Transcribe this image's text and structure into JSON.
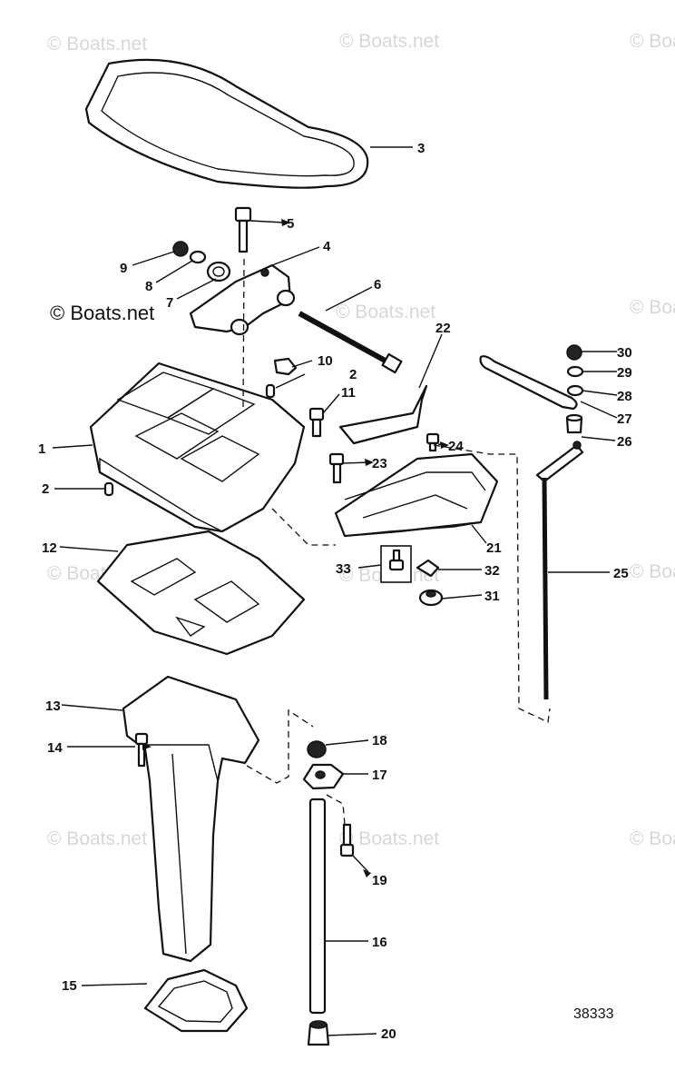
{
  "watermark_text": "© Boats.net",
  "figure_number": "38333",
  "callouts": [
    {
      "id": "c1",
      "label": "1"
    },
    {
      "id": "c2a",
      "label": "2"
    },
    {
      "id": "c2b",
      "label": "2"
    },
    {
      "id": "c3",
      "label": "3"
    },
    {
      "id": "c4",
      "label": "4"
    },
    {
      "id": "c5",
      "label": "5"
    },
    {
      "id": "c6",
      "label": "6"
    },
    {
      "id": "c7",
      "label": "7"
    },
    {
      "id": "c8",
      "label": "8"
    },
    {
      "id": "c9",
      "label": "9"
    },
    {
      "id": "c10",
      "label": "10"
    },
    {
      "id": "c11",
      "label": "11"
    },
    {
      "id": "c12",
      "label": "12"
    },
    {
      "id": "c13",
      "label": "13"
    },
    {
      "id": "c14",
      "label": "14"
    },
    {
      "id": "c15",
      "label": "15"
    },
    {
      "id": "c16",
      "label": "16"
    },
    {
      "id": "c17",
      "label": "17"
    },
    {
      "id": "c18",
      "label": "18"
    },
    {
      "id": "c19",
      "label": "19"
    },
    {
      "id": "c20",
      "label": "20"
    },
    {
      "id": "c21",
      "label": "21"
    },
    {
      "id": "c22",
      "label": "22"
    },
    {
      "id": "c23",
      "label": "23"
    },
    {
      "id": "c24",
      "label": "24"
    },
    {
      "id": "c25",
      "label": "25"
    },
    {
      "id": "c26",
      "label": "26"
    },
    {
      "id": "c27",
      "label": "27"
    },
    {
      "id": "c28",
      "label": "28"
    },
    {
      "id": "c29",
      "label": "29"
    },
    {
      "id": "c30",
      "label": "30"
    },
    {
      "id": "c31",
      "label": "31"
    },
    {
      "id": "c32",
      "label": "32"
    },
    {
      "id": "c33",
      "label": "33"
    }
  ]
}
